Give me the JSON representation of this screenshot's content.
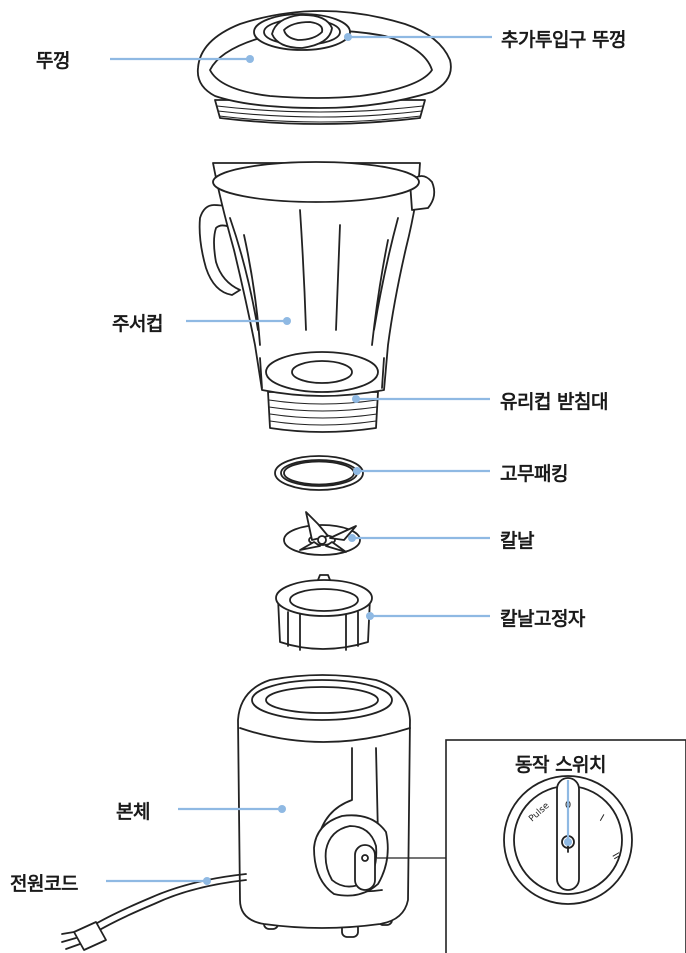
{
  "labels": {
    "lid": "뚜껑",
    "feed_cap": "추가투입구 뚜껑",
    "juicer_cup": "주서컵",
    "cup_base": "유리컵 받침대",
    "gasket": "고무패킹",
    "blade": "칼날",
    "blade_holder": "칼날고정자",
    "body": "본체",
    "power_cord": "전원코드",
    "switch_title": "동작 스위치",
    "switch_pulse": "Pulse",
    "switch_one": "I",
    "switch_two": "II",
    "switch_zero": "0"
  },
  "colors": {
    "leader_line": "#8fb9e3",
    "outline": "#222222",
    "text": "#1a1a1a"
  }
}
